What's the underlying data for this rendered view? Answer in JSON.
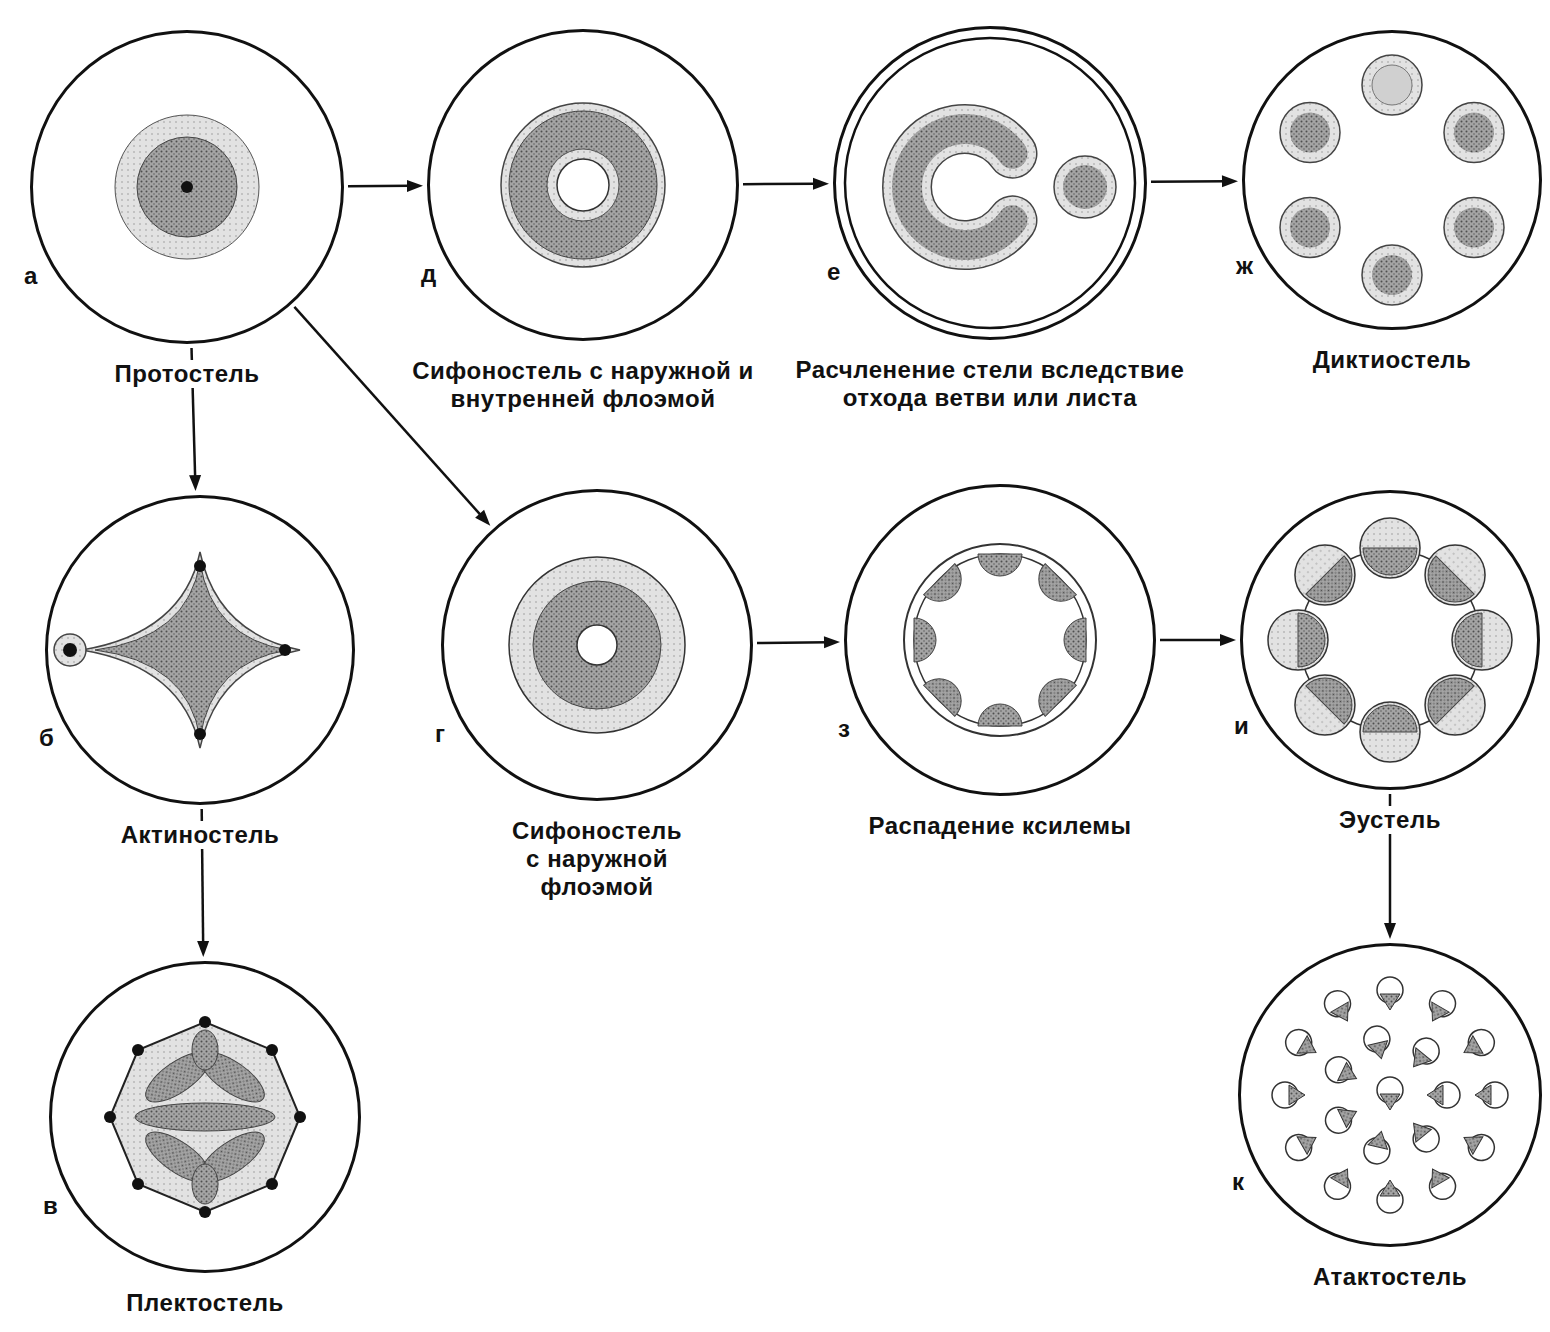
{
  "diagram": {
    "nodes": [
      {
        "text": [
          "а",
          "Протостель"
        ]
      },
      {
        "text": [
          "д",
          "Сифоностель с наружной и внутренней флоэмой"
        ]
      },
      {
        "text": [
          "е",
          "Расчленение стели вследствие отхода ветви или листа"
        ]
      },
      {
        "text": [
          "ж",
          "Диктиостель"
        ]
      },
      {
        "text": [
          "б",
          "Актиностель"
        ]
      },
      {
        "text": [
          "г",
          "Сифоностель с наружной флоэмой"
        ]
      },
      {
        "text": [
          "з",
          "Распадение ксилемы"
        ]
      },
      {
        "text": [
          "и",
          "Эустель"
        ]
      },
      {
        "text": [
          "в",
          "Плектостель"
        ]
      },
      {
        "text": [
          "к",
          "Атактостель"
        ]
      }
    ],
    "edges": [
      {
        "from": 0,
        "to": 1,
        "arrow": "to"
      },
      {
        "from": 1,
        "to": 2,
        "arrow": "to"
      },
      {
        "from": 2,
        "to": 3,
        "arrow": "to"
      },
      {
        "from": 0,
        "to": 4,
        "arrow": "to"
      },
      {
        "from": 0,
        "to": 5,
        "arrow": "to"
      },
      {
        "from": 5,
        "to": 6,
        "arrow": "to"
      },
      {
        "from": 6,
        "to": 7,
        "arrow": "to"
      },
      {
        "from": 4,
        "to": 8,
        "arrow": "to"
      },
      {
        "from": 7,
        "to": 9,
        "arrow": "to"
      }
    ]
  }
}
